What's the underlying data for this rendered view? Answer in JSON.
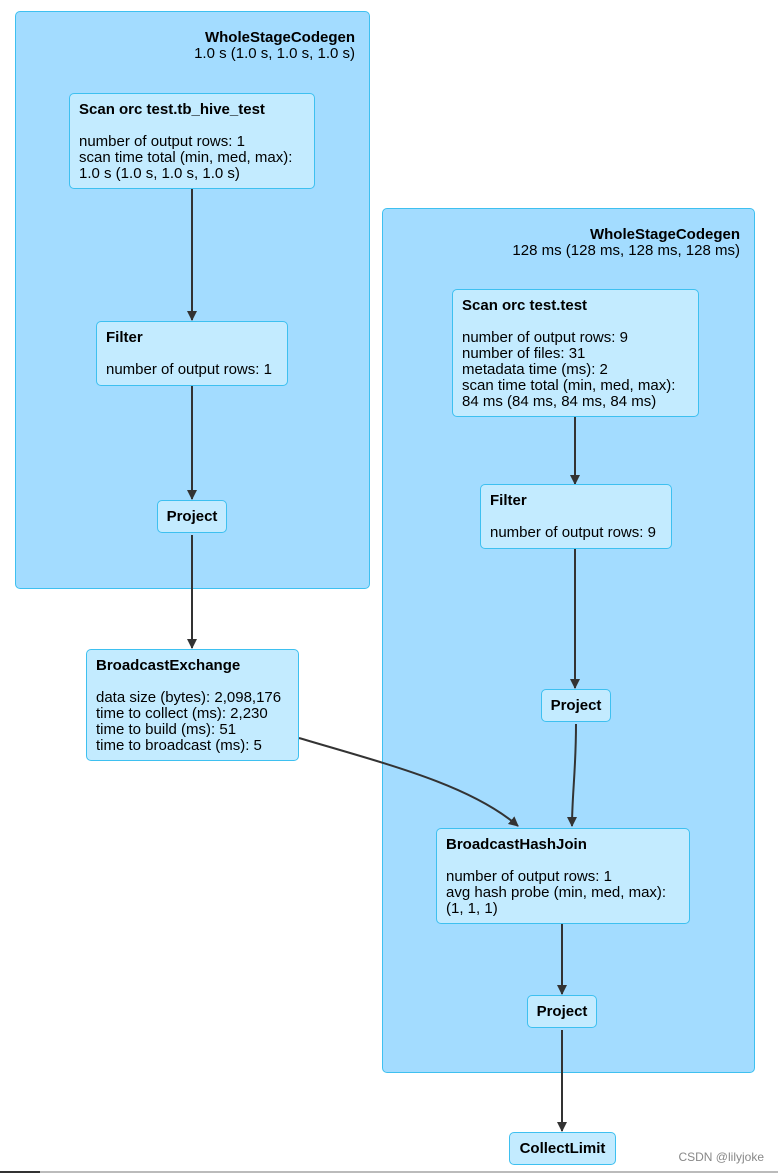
{
  "clusters": {
    "left": {
      "title": "WholeStageCodegen",
      "time": "1.0 s (1.0 s, 1.0 s, 1.0 s)"
    },
    "right": {
      "title": "WholeStageCodegen",
      "time": "128 ms (128 ms, 128 ms, 128 ms)"
    }
  },
  "nodes": {
    "scan_hive": {
      "title": "Scan orc test.tb_hive_test",
      "metrics": [
        "number of output rows: 1",
        "scan time total (min, med, max):",
        "1.0 s (1.0 s, 1.0 s, 1.0 s)"
      ]
    },
    "filter_left": {
      "title": "Filter",
      "metrics": [
        "number of output rows: 1"
      ]
    },
    "project_left": {
      "title": "Project"
    },
    "broadcast_exchange": {
      "title": "BroadcastExchange",
      "metrics": [
        "data size (bytes): 2,098,176",
        "time to collect (ms): 2,230",
        "time to build (ms): 51",
        "time to broadcast (ms): 5"
      ]
    },
    "scan_test": {
      "title": "Scan orc test.test",
      "metrics": [
        "number of output rows: 9",
        "number of files: 31",
        "metadata time (ms): 2",
        "scan time total (min, med, max):",
        "84 ms (84 ms, 84 ms, 84 ms)"
      ]
    },
    "filter_right": {
      "title": "Filter",
      "metrics": [
        "number of output rows: 9"
      ]
    },
    "project_right": {
      "title": "Project"
    },
    "hash_join": {
      "title": "BroadcastHashJoin",
      "metrics": [
        "number of output rows: 1",
        "avg hash probe (min, med, max):",
        "(1, 1, 1)"
      ]
    },
    "project_bottom": {
      "title": "Project"
    },
    "collect_limit": {
      "title": "CollectLimit"
    }
  },
  "watermark": "CSDN @lilyjoke",
  "colors": {
    "cluster_fill": "#a3dcff",
    "node_fill": "#c3ebff",
    "border": "#3ec0f0",
    "edge": "#333333"
  }
}
